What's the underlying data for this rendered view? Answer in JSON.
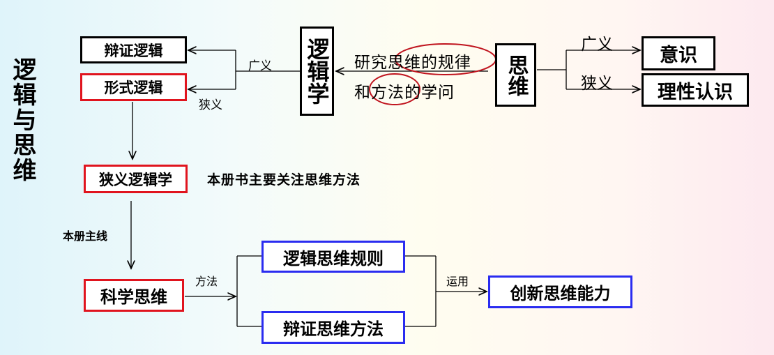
{
  "title": "逻辑与思维",
  "top": {
    "dialectical_logic": "辩证逻辑",
    "formal_logic": "形式逻辑",
    "broad_left": "广义",
    "narrow_left": "狭义",
    "logic": "逻辑学",
    "def_line1": "研究思维的规律",
    "def_line2": "和方法的学问",
    "thinking": "思维",
    "broad_right": "广义",
    "narrow_right": "狭义",
    "consciousness": "意识",
    "rational_cognition": "理性认识"
  },
  "bottom": {
    "narrow_logic": "狭义逻辑学",
    "focus_note": "本册书主要关注思维方法",
    "main_line": "本册主线",
    "scientific_thinking": "科学思维",
    "method": "方法",
    "logic_rules": "逻辑思维规则",
    "dialectical_methods": "辩证思维方法",
    "apply": "运用",
    "innovative_ability": "创新思维能力"
  },
  "colors": {
    "red": "#e0141e",
    "blue": "#2a2cf0",
    "ellipse": "#c0141e"
  }
}
